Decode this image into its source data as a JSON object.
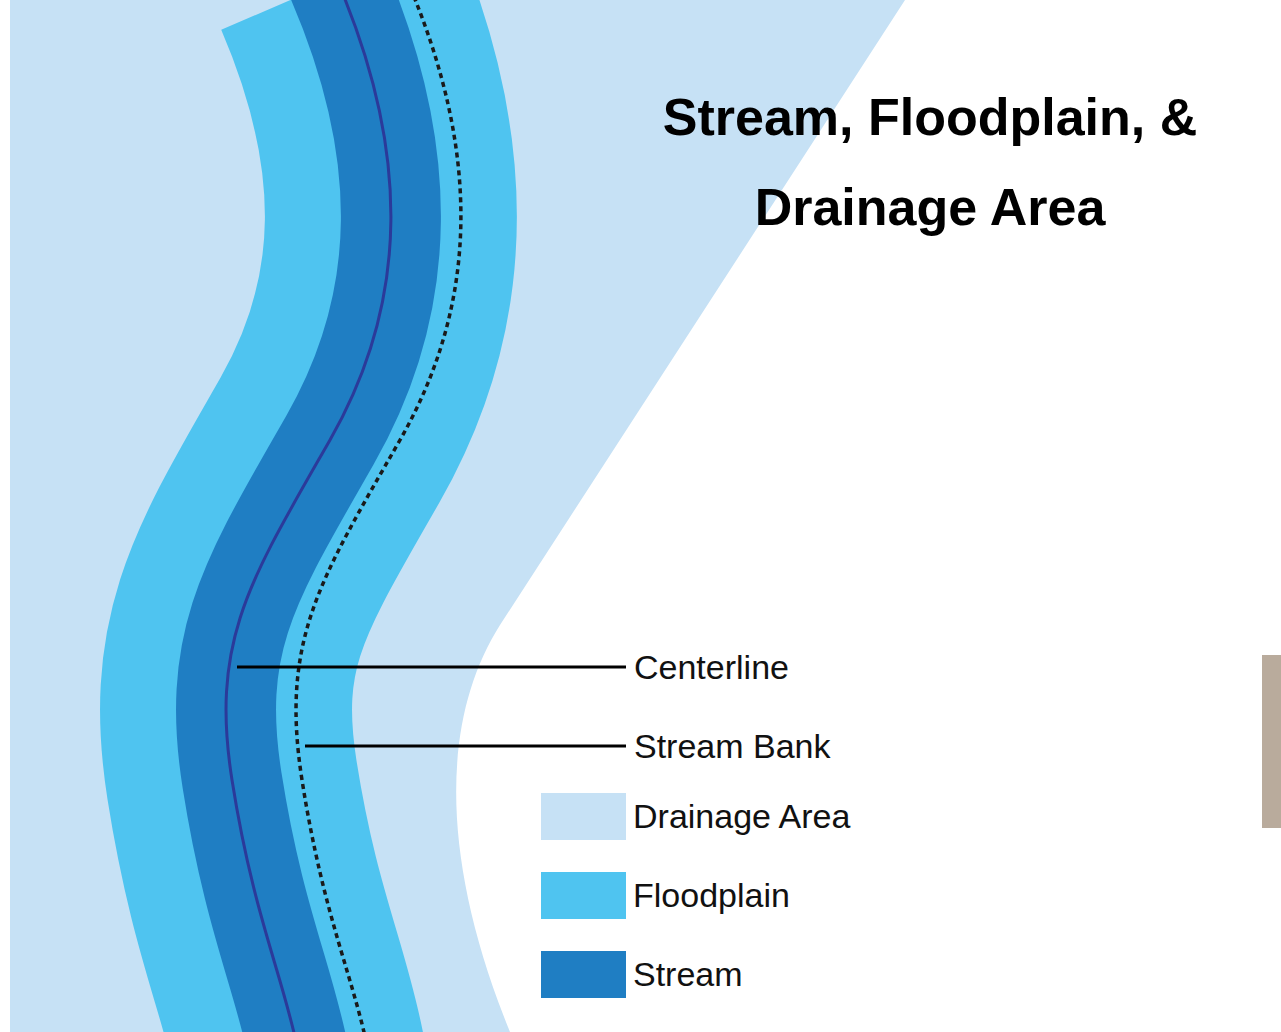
{
  "diagram": {
    "title": "Stream, Floodplain, & Drainage Area",
    "labels": [
      "Centerline",
      "Stream Bank"
    ],
    "legend": [
      {
        "text": "Drainage Area",
        "color": "#c6e1f5"
      },
      {
        "text": "Floodplain",
        "color": "#4fc4f0"
      },
      {
        "text": "Stream",
        "color": "#1f7ec3"
      }
    ]
  }
}
